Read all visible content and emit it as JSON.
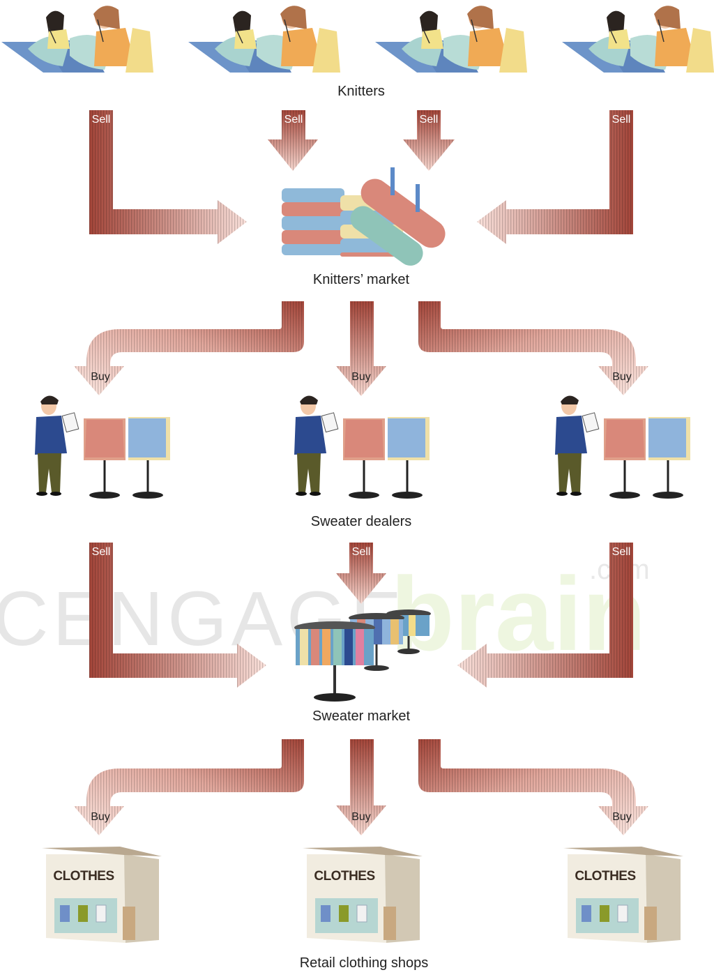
{
  "captions": {
    "knitters": "Knitters",
    "knitters_market": "Knitters’ market",
    "sweater_dealers": "Sweater dealers",
    "sweater_market": "Sweater market",
    "retail_shops": "Retail clothing shops"
  },
  "arrow_labels": {
    "sell": "Sell",
    "buy": "Buy"
  },
  "shop_sign": "CLOTHES",
  "watermark": {
    "part1": "CENGAGE",
    "part2": "brain",
    "part3": ".com"
  },
  "colors": {
    "arrow_dark": "#a4463a",
    "arrow_light": "#fbe2dc",
    "label_on_dark": "#ffffff",
    "label_on_light": "#222222",
    "watermark_gray": "#e4e4e4",
    "watermark_green": "#edf6dc"
  },
  "icons": {
    "knitter_group": "knitters-icon",
    "yarn_bundle": "yarn-bundle-icon",
    "dealer": "dealer-icon",
    "sweater_racks": "sweater-racks-icon",
    "shop": "shop-icon"
  }
}
